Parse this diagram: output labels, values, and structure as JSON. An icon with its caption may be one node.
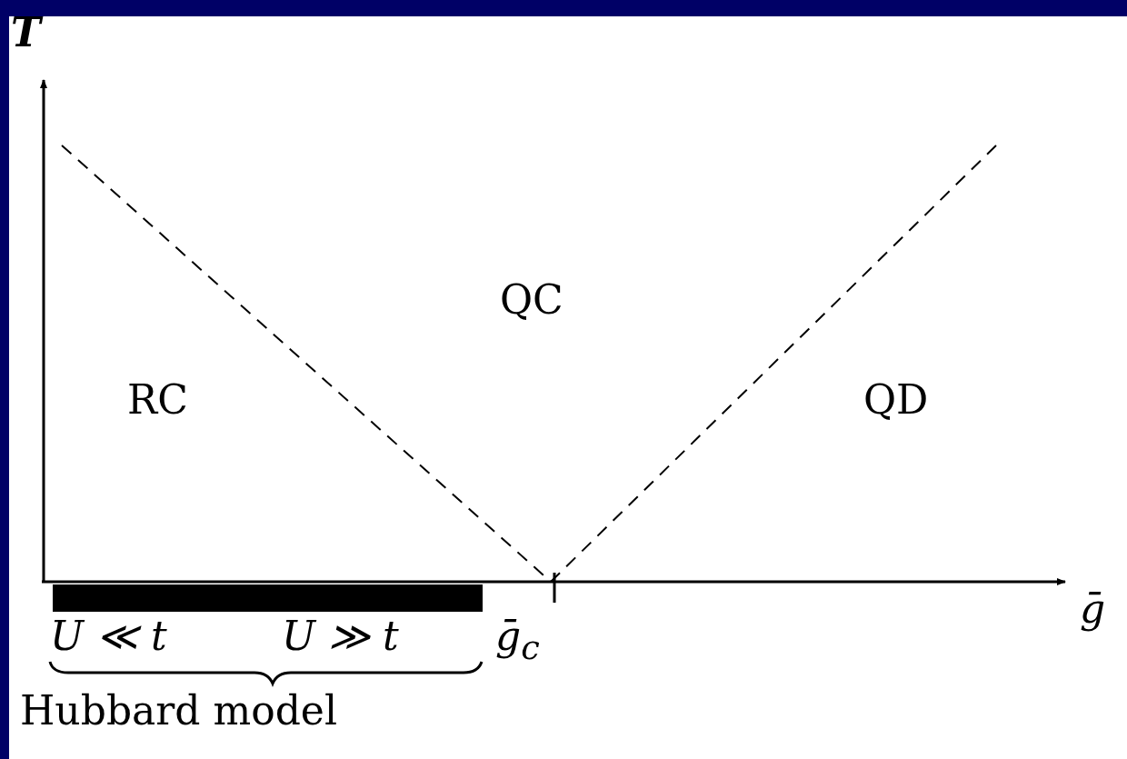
{
  "diagram": {
    "labels": [
      "T",
      "QC",
      "RC",
      "QD",
      "ḡ",
      "U ≪ t",
      "U ≫ t",
      "ḡ$_{c}$",
      "Hubbard model"
    ]
  }
}
